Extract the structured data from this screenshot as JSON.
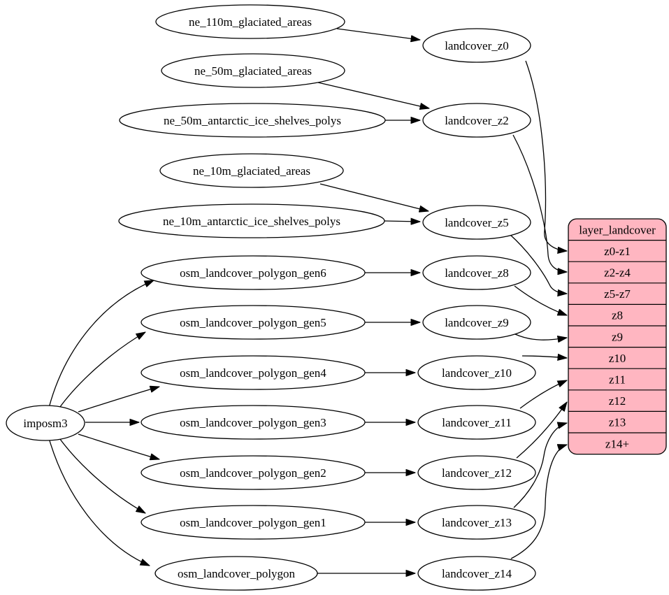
{
  "colors": {
    "background": "#ffffff",
    "node_fill": "#ffffff",
    "stroke": "#000000",
    "table_fill": "#ffb6c1",
    "text": "#000000"
  },
  "nodes": [
    {
      "id": "ne_110m_glaciated_areas",
      "label": "ne_110m_glaciated_areas"
    },
    {
      "id": "landcover_z0",
      "label": "landcover_z0"
    },
    {
      "id": "ne_50m_glaciated_areas",
      "label": "ne_50m_glaciated_areas"
    },
    {
      "id": "ne_50m_antarctic_ice_shelves_polys",
      "label": "ne_50m_antarctic_ice_shelves_polys"
    },
    {
      "id": "landcover_z2",
      "label": "landcover_z2"
    },
    {
      "id": "ne_10m_glaciated_areas",
      "label": "ne_10m_glaciated_areas"
    },
    {
      "id": "ne_10m_antarctic_ice_shelves_polys",
      "label": "ne_10m_antarctic_ice_shelves_polys"
    },
    {
      "id": "landcover_z5",
      "label": "landcover_z5"
    },
    {
      "id": "osm_landcover_polygon_gen6",
      "label": "osm_landcover_polygon_gen6"
    },
    {
      "id": "landcover_z8",
      "label": "landcover_z8"
    },
    {
      "id": "osm_landcover_polygon_gen5",
      "label": "osm_landcover_polygon_gen5"
    },
    {
      "id": "landcover_z9",
      "label": "landcover_z9"
    },
    {
      "id": "osm_landcover_polygon_gen4",
      "label": "osm_landcover_polygon_gen4"
    },
    {
      "id": "landcover_z10",
      "label": "landcover_z10"
    },
    {
      "id": "imposm3",
      "label": "imposm3"
    },
    {
      "id": "osm_landcover_polygon_gen3",
      "label": "osm_landcover_polygon_gen3"
    },
    {
      "id": "landcover_z11",
      "label": "landcover_z11"
    },
    {
      "id": "osm_landcover_polygon_gen2",
      "label": "osm_landcover_polygon_gen2"
    },
    {
      "id": "landcover_z12",
      "label": "landcover_z12"
    },
    {
      "id": "osm_landcover_polygon_gen1",
      "label": "osm_landcover_polygon_gen1"
    },
    {
      "id": "landcover_z13",
      "label": "landcover_z13"
    },
    {
      "id": "osm_landcover_polygon",
      "label": "osm_landcover_polygon"
    },
    {
      "id": "landcover_z14",
      "label": "landcover_z14"
    }
  ],
  "table": {
    "id": "layer_landcover",
    "title": "layer_landcover",
    "rows": [
      "z0-z1",
      "z2-z4",
      "z5-z7",
      "z8",
      "z9",
      "z10",
      "z11",
      "z12",
      "z13",
      "z14+"
    ]
  },
  "edges": [
    {
      "from": "ne_110m_glaciated_areas",
      "to": "landcover_z0"
    },
    {
      "from": "ne_50m_glaciated_areas",
      "to": "landcover_z2"
    },
    {
      "from": "ne_50m_antarctic_ice_shelves_polys",
      "to": "landcover_z2"
    },
    {
      "from": "ne_10m_glaciated_areas",
      "to": "landcover_z5"
    },
    {
      "from": "ne_10m_antarctic_ice_shelves_polys",
      "to": "landcover_z5"
    },
    {
      "from": "imposm3",
      "to": "osm_landcover_polygon_gen6"
    },
    {
      "from": "imposm3",
      "to": "osm_landcover_polygon_gen5"
    },
    {
      "from": "imposm3",
      "to": "osm_landcover_polygon_gen4"
    },
    {
      "from": "imposm3",
      "to": "osm_landcover_polygon_gen3"
    },
    {
      "from": "imposm3",
      "to": "osm_landcover_polygon_gen2"
    },
    {
      "from": "imposm3",
      "to": "osm_landcover_polygon_gen1"
    },
    {
      "from": "imposm3",
      "to": "osm_landcover_polygon"
    },
    {
      "from": "osm_landcover_polygon_gen6",
      "to": "landcover_z8"
    },
    {
      "from": "osm_landcover_polygon_gen5",
      "to": "landcover_z9"
    },
    {
      "from": "osm_landcover_polygon_gen4",
      "to": "landcover_z10"
    },
    {
      "from": "osm_landcover_polygon_gen3",
      "to": "landcover_z11"
    },
    {
      "from": "osm_landcover_polygon_gen2",
      "to": "landcover_z12"
    },
    {
      "from": "osm_landcover_polygon_gen1",
      "to": "landcover_z13"
    },
    {
      "from": "osm_landcover_polygon",
      "to": "landcover_z14"
    },
    {
      "from": "landcover_z0",
      "to": "layer_landcover:z0-z1"
    },
    {
      "from": "landcover_z2",
      "to": "layer_landcover:z2-z4"
    },
    {
      "from": "landcover_z5",
      "to": "layer_landcover:z5-z7"
    },
    {
      "from": "landcover_z8",
      "to": "layer_landcover:z8"
    },
    {
      "from": "landcover_z9",
      "to": "layer_landcover:z9"
    },
    {
      "from": "landcover_z10",
      "to": "layer_landcover:z10"
    },
    {
      "from": "landcover_z11",
      "to": "layer_landcover:z11"
    },
    {
      "from": "landcover_z12",
      "to": "layer_landcover:z12"
    },
    {
      "from": "landcover_z13",
      "to": "layer_landcover:z13"
    },
    {
      "from": "landcover_z14",
      "to": "layer_landcover:z14+"
    }
  ]
}
